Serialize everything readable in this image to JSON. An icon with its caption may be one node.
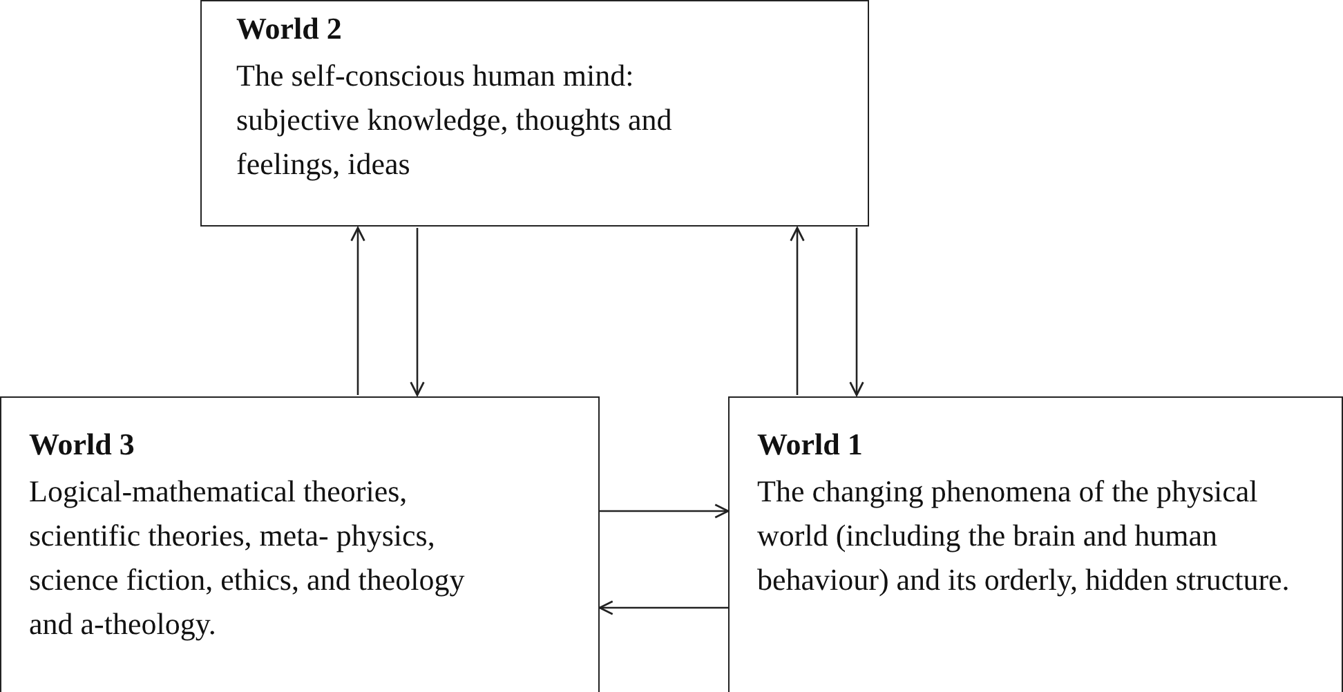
{
  "diagram": {
    "nodes": [
      {
        "text": [
          "World 2",
          "The self-conscious human mind: subjective knowledge, thoughts and feelings, ideas"
        ]
      },
      {
        "text": [
          "World 3",
          "Logical-mathematical theories, scientific theories, meta- physics, science fiction, ethics, and theology and a-theology."
        ]
      },
      {
        "text": [
          "World 1",
          "The changing phenomena of the physical world (including the brain and human behaviour) and its orderly, hidden structure."
        ]
      }
    ],
    "edges": [
      {
        "from": 1,
        "to": 0,
        "arrow": "to"
      },
      {
        "from": 0,
        "to": 1,
        "arrow": "to"
      },
      {
        "from": 2,
        "to": 0,
        "arrow": "to"
      },
      {
        "from": 0,
        "to": 2,
        "arrow": "to"
      },
      {
        "from": 1,
        "to": 2,
        "arrow": "to"
      },
      {
        "from": 2,
        "to": 1,
        "arrow": "to"
      }
    ]
  }
}
